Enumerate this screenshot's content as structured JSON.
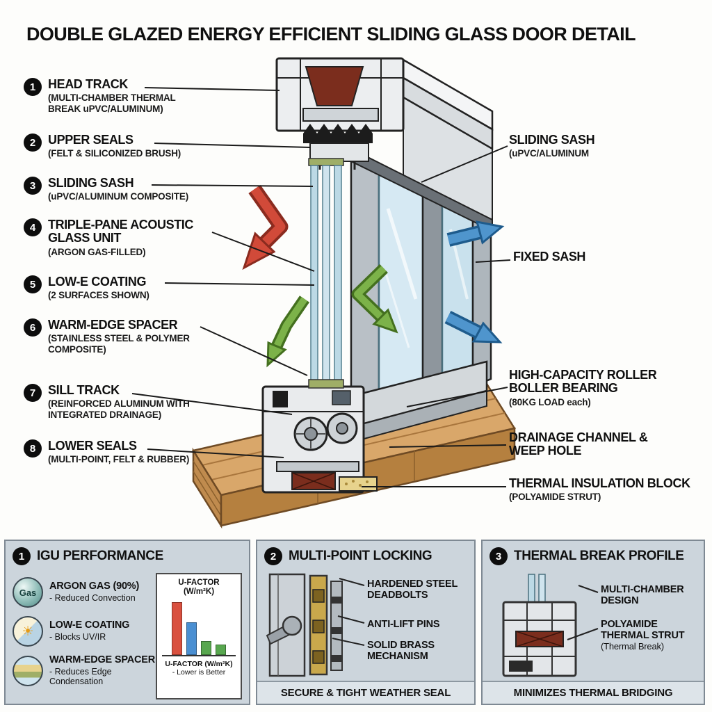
{
  "title": "DOUBLE GLAZED ENERGY EFFICIENT SLIDING GLASS DOOR DETAIL",
  "callouts_left": [
    {
      "num": "1",
      "title": "HEAD TRACK",
      "desc": "(MULTI-CHAMBER THERMAL BREAK uPVC/ALUMINUM)"
    },
    {
      "num": "2",
      "title": "UPPER SEALS",
      "desc": "(FELT & SILICONIZED BRUSH)"
    },
    {
      "num": "3",
      "title": "SLIDING SASH",
      "desc": "(uPVC/ALUMINUM COMPOSITE)"
    },
    {
      "num": "4",
      "title": "TRIPLE-PANE ACOUSTIC GLASS UNIT",
      "desc": "(ARGON GAS-FILLED)"
    },
    {
      "num": "5",
      "title": "LOW-E COATING",
      "desc": "(2 SURFACES SHOWN)"
    },
    {
      "num": "6",
      "title": "WARM-EDGE SPACER",
      "desc": "(STAINLESS STEEL & POLYMER COMPOSITE)"
    },
    {
      "num": "7",
      "title": "SILL TRACK",
      "desc": "(REINFORCED ALUMINUM WITH INTEGRATED DRAINAGE)"
    },
    {
      "num": "8",
      "title": "LOWER SEALS",
      "desc": "(MULTI-POINT, FELT & RUBBER)"
    }
  ],
  "callouts_right": [
    {
      "title": "SLIDING SASH",
      "desc": "(uPVC/ALUMINUM"
    },
    {
      "title": "FIXED SASH",
      "desc": ""
    },
    {
      "title": "HIGH-CAPACITY ROLLER BOLLER BEARING",
      "desc": "(80KG LOAD each)"
    },
    {
      "title": "DRAINAGE CHANNEL & WEEP HOLE",
      "desc": ""
    },
    {
      "title": "THERMAL INSULATION BLOCK",
      "desc": "(POLYAMIDE STRUT)"
    }
  ],
  "panel_igu": {
    "num": "1",
    "title": "IGU PERFORMANCE",
    "items": [
      {
        "icon": "argon-gas-sphere-icon",
        "icon_label": "Gas",
        "title": "ARGON GAS (90%)",
        "desc": "- Reduced Convection"
      },
      {
        "icon": "low-e-sun-icon",
        "icon_label": "☀",
        "title": "LOW-E COATING",
        "desc": "- Blocks UV/IR"
      },
      {
        "icon": "warm-edge-layers-icon",
        "icon_label": "",
        "title": "WARM-EDGE SPACER",
        "desc": "- Reduces Edge Condensation"
      }
    ],
    "chart_title_1": "U-FACTOR",
    "chart_title_2": "(W/m²K)",
    "chart_caption_bold": "U-FACTOR (W/m²K)",
    "chart_caption": "- Lower is Better"
  },
  "panel_locking": {
    "num": "2",
    "title": "MULTI-POINT LOCKING",
    "items": [
      "HARDENED STEEL DEADBOLTS",
      "ANTI-LIFT PINS",
      "SOLID BRASS MECHANISM"
    ],
    "footer": "SECURE & TIGHT WEATHER SEAL"
  },
  "panel_thermal": {
    "num": "3",
    "title": "THERMAL BREAK PROFILE",
    "items": [
      {
        "title": "MULTI-CHAMBER DESIGN",
        "desc": ""
      },
      {
        "title": "POLYAMIDE THERMAL STRUT",
        "desc": "(Thermal Break)"
      }
    ],
    "footer": "MINIMIZES THERMAL BRIDGING"
  },
  "chart_data": {
    "type": "bar",
    "title": "U-FACTOR (W/m²K)",
    "note": "- Lower is Better",
    "values": [
      95,
      58,
      25,
      18
    ],
    "colors": [
      "#d9503f",
      "#4a8fd2",
      "#58a74f",
      "#58a74f"
    ],
    "ylim": [
      0,
      100
    ],
    "legend": "none",
    "ylabel": "U-FACTOR (W/m²K)"
  },
  "colors": {
    "heat_arrow": "#d14a39",
    "reflect_arrow": "#7cb249",
    "air_arrow": "#4f95cd",
    "thermal_break": "#7b2d1d",
    "wood": "#d9a76a",
    "panel_bg": "#ccd5dc"
  }
}
